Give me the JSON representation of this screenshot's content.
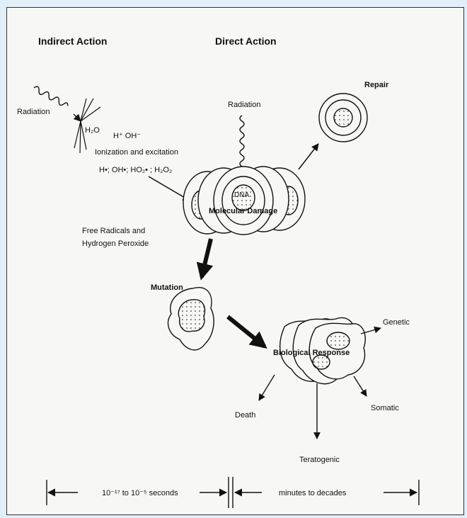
{
  "headings": {
    "indirect": "Indirect Action",
    "direct": "Direct Action"
  },
  "indirect": {
    "radiation": "Radiation",
    "water": "H₂O",
    "ions": "H⁺   OH⁻",
    "ionization": "Ionization and excitation",
    "species": "H•; OH•; HO₂• ; H₂O₂",
    "free_radicals_1": "Free Radicals and",
    "free_radicals_2": "Hydrogen Peroxide"
  },
  "direct": {
    "radiation": "Radiation",
    "dna": "DNA",
    "molecular_damage": "Molecular Damage"
  },
  "outcomes": {
    "repair": "Repair",
    "mutation": "Mutation",
    "biological_response": "Biological Response",
    "genetic": "Genetic",
    "somatic": "Somatic",
    "teratogenic": "Teratogenic",
    "death": "Death"
  },
  "timeline": {
    "left_span": "10⁻¹⁷ to 10⁻⁵ seconds",
    "right_span": "minutes to decades"
  },
  "colors": {
    "ink": "#111111",
    "paper": "#f7f7f5",
    "page_background": "#e2eef8"
  }
}
